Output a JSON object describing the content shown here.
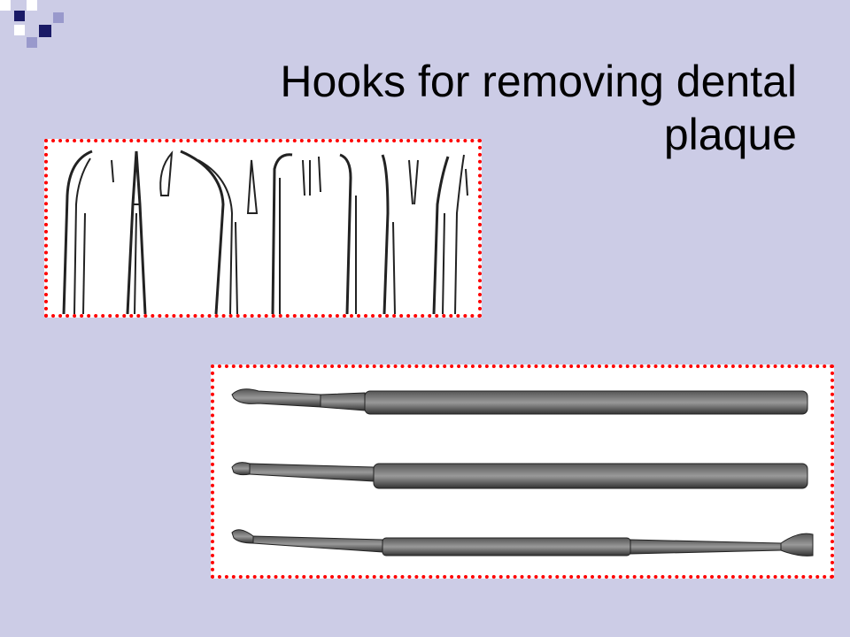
{
  "slide": {
    "title": "Hooks for removing dental plaque",
    "background_color": "#cccce6",
    "accent_color": "#1a1a66",
    "frame_border_color": "#ff0000"
  },
  "decoration": {
    "icon": "corner-squares-icon"
  },
  "images": [
    {
      "name": "dental-instruments-illustration",
      "description_icon": "dental-hooks-tips-icon"
    },
    {
      "name": "dental-scalers-photo",
      "description_icon": "dental-scalers-icon"
    }
  ]
}
